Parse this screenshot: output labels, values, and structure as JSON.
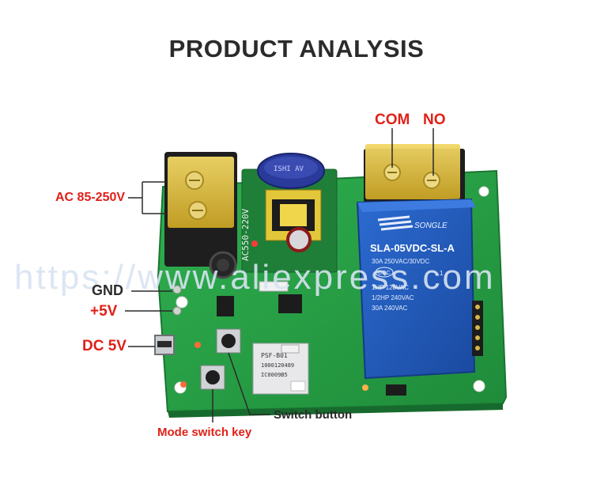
{
  "title": "PRODUCT ANALYSIS",
  "watermark": "https://www.aliexpress.com",
  "colors": {
    "label_red": "#e02018",
    "label_dark": "#2b2b2b",
    "pcb_green": "#27a046",
    "relay_blue": "#1f57b8",
    "terminal_yellow": "#e6c43a"
  },
  "labels": {
    "com": "COM",
    "no": "NO",
    "ac_input": "AC 85-250V",
    "gnd": "GND",
    "plus5v": "+5V",
    "dc5v": "DC 5V",
    "switch_button": "Switch button",
    "mode_switch_key": "Mode switch key"
  },
  "relay": {
    "brand": "SONGLE",
    "model": "SLA-05VDC-SL-A",
    "rating1": "30A  250VAC/30VDC",
    "cert": "CQC",
    "rating2": "1HP 120VAC",
    "rating3": "1/2HP 240VAC",
    "rating4": "30A 240VAC",
    "pin_num": "1"
  },
  "module": {
    "line1": "PSF-B01",
    "line2": "1000120489",
    "line3": "IC0009B5"
  },
  "power_module": {
    "text": "AC550-220V"
  },
  "capacitor": {
    "text": "ISHI AV"
  }
}
